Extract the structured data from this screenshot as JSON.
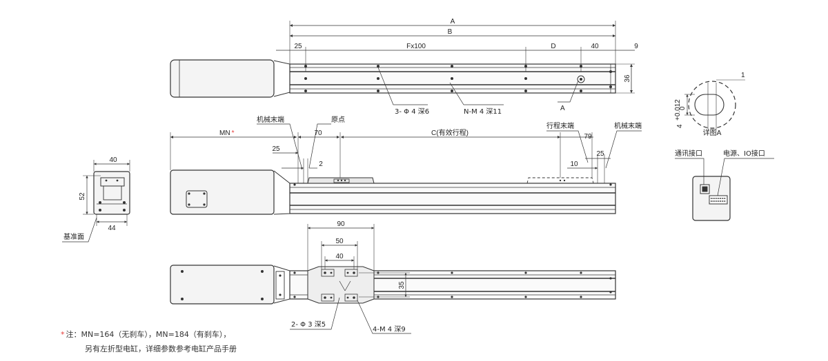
{
  "colors": {
    "line": "#333333",
    "body": "#444444",
    "accent": "#e53935",
    "hole": "#333333"
  },
  "top_view": {
    "dims": {
      "A": "A",
      "B": "B",
      "d25": "25",
      "fx100": "Fx100",
      "D": "D",
      "d40": "40",
      "d9": "9",
      "h36": "36"
    },
    "callouts": {
      "holes": "3- Φ 4 深6",
      "nm": "N-M 4 深11",
      "detail": "A"
    }
  },
  "detail_a": {
    "d1": "1",
    "tol": "+0.012",
    "tol0": "0",
    "d4": "4",
    "title": "详图A"
  },
  "side_view": {
    "labels": {
      "mech_end_left": "机械末端",
      "origin": "原点",
      "travel_end": "行程末端",
      "mech_end_right": "机械末端"
    },
    "dims": {
      "MN": "MN",
      "d70": "70",
      "C": "C(有效行程)",
      "d79": "79",
      "d25a": "25",
      "d2": "2",
      "d25b": "25",
      "d10": "10"
    }
  },
  "end_view": {
    "d40": "40",
    "d52": "52",
    "d44": "44",
    "ref": "基准面"
  },
  "connector_view": {
    "comm": "通讯接口",
    "power": "电源、IO接口"
  },
  "bottom_view": {
    "dims": {
      "d90": "90",
      "d50": "50",
      "d40": "40",
      "d35": "35"
    },
    "callouts": {
      "holes": "2- Φ 3 深5",
      "m4": "4-M 4 深9"
    }
  },
  "note": {
    "star": "*",
    "prefix": "注：",
    "line1": "MN=164（无刹车），MN=184（有刹车），",
    "line2": "另有左折型电缸，详细参数参考电缸产品手册"
  }
}
